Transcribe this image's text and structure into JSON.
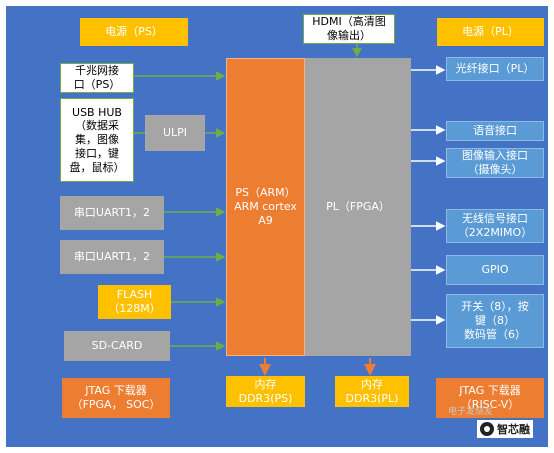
{
  "blocks": {
    "power_ps": "电源（PS）",
    "hdmi": "HDMI（高清图\n像输出）",
    "power_pl": "电源（PL）",
    "gige": "千兆网接\n口（PS）",
    "usb": "USB HUB\n（数据采\n集，图像\n接口，键\n盘，鼠标）",
    "ulpi": "ULPI",
    "uart_a": "串口UART1，2",
    "uart_b": "串口UART1，2",
    "flash": "FLASH\n（128M）",
    "sdcard": "SD-CARD",
    "jtag_left": "JTAG 下载器\n（FPGA， SOC）",
    "ps": "PS（ARM）\nARM cortex\nA9",
    "pl": "PL（FPGA）",
    "ddr_ps": "内存\nDDR3(PS)",
    "ddr_pl": "内存\nDDR3(PL)",
    "jtag_right": "JTAG 下载器\n（RISC-V）",
    "optical": "光纤接口（PL）",
    "audio": "语音接口",
    "image_in": "图像输入接口\n（摄像头）",
    "wireless": "无线信号接口\n（2X2MIMO）",
    "gpio": "GPIO",
    "io": "开关（8），按\n键（8）\n数码管（6）"
  },
  "logo": {
    "text": "智芯融",
    "watermark": "电子发烧友"
  },
  "colors": {
    "background": "#4472c4",
    "ps_block": "#ed7d31",
    "pl_block": "#a5a5a5",
    "yellow_block": "#ffc000",
    "blue_block": "#5b9bd5",
    "link": "#70ad47"
  }
}
